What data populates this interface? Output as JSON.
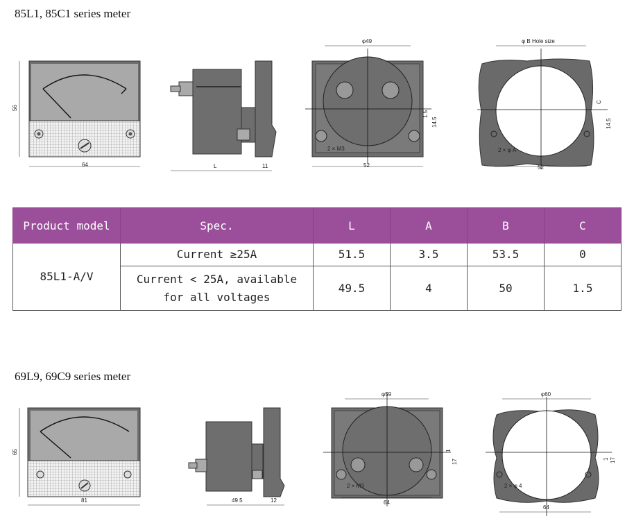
{
  "section1": {
    "heading": "85L1, 85C1 series meter",
    "dims": {
      "front_height": "56",
      "front_width": "64",
      "side_length": "L",
      "side_thickness": "11",
      "back_width_top": "φ49",
      "back_width_bottom": "52",
      "back_v1": "1.5",
      "back_v2": "14.5",
      "back_screws": "2 × M3",
      "hole_label": "φ B Hole size",
      "hole_c": "C",
      "hole_v": "14.5",
      "hole_holes": "2 × φ A",
      "hole_width": "52"
    }
  },
  "table": {
    "headers": [
      "Product model",
      "Spec.",
      "L",
      "A",
      "B",
      "C"
    ],
    "model": "85L1-A/V",
    "rows": [
      {
        "spec": "Current ≥25A",
        "L": "51.5",
        "A": "3.5",
        "B": "53.5",
        "C": "0"
      },
      {
        "spec_line1": "Current < 25A, available",
        "spec_line2": "for all voltages",
        "L": "49.5",
        "A": "4",
        "B": "50",
        "C": "1.5"
      }
    ]
  },
  "section2": {
    "heading": "69L9, 69C9 series meter",
    "dims": {
      "front_height": "65",
      "front_width": "81",
      "side_length": "49.5",
      "side_thickness": "12",
      "back_width_top": "φ59",
      "back_width_bottom": "64",
      "back_v1": "1",
      "back_v2": "17",
      "back_screws": "2 × M3",
      "hole_label": "φ60",
      "hole_v1": "1",
      "hole_v2": "17",
      "hole_holes": "2 × φ 4",
      "hole_width": "64"
    }
  },
  "colors": {
    "header_bg": "#9b4f9b",
    "meter_body": "#6e6e6e",
    "face": "#a9a9a9",
    "panel": "#6a6a6a"
  }
}
